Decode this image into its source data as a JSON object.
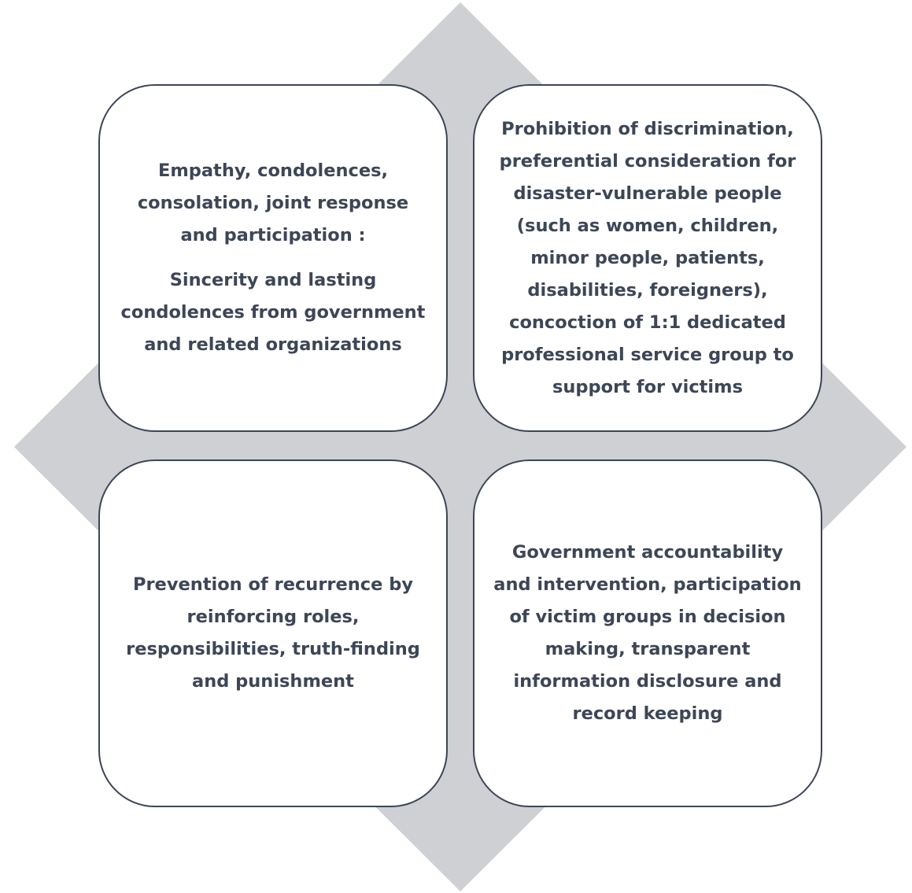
{
  "colors": {
    "diamond_fill": "#cfd0d4",
    "box_border": "#3d4656",
    "box_fill": "#ffffff",
    "text": "#3d4656"
  },
  "quadrants": {
    "top_left": {
      "heading": "Empathy, condolences, consolation, joint response and participation :",
      "body": "Sincerity and lasting condolences from government and related organizations"
    },
    "top_right": {
      "body": "Prohibition of discrimination, preferential consideration for disaster-vulnerable people (such as women, children, minor people, patients, disabilities, foreigners), concoction of 1:1 dedicated professional service group to support for victims"
    },
    "bottom_left": {
      "body": "Prevention of recurrence by reinforcing roles, responsibilities, truth-finding and punishment"
    },
    "bottom_right": {
      "body": "Government accountability and intervention, participation of victim groups in decision making, transparent information disclosure and record keeping"
    }
  }
}
